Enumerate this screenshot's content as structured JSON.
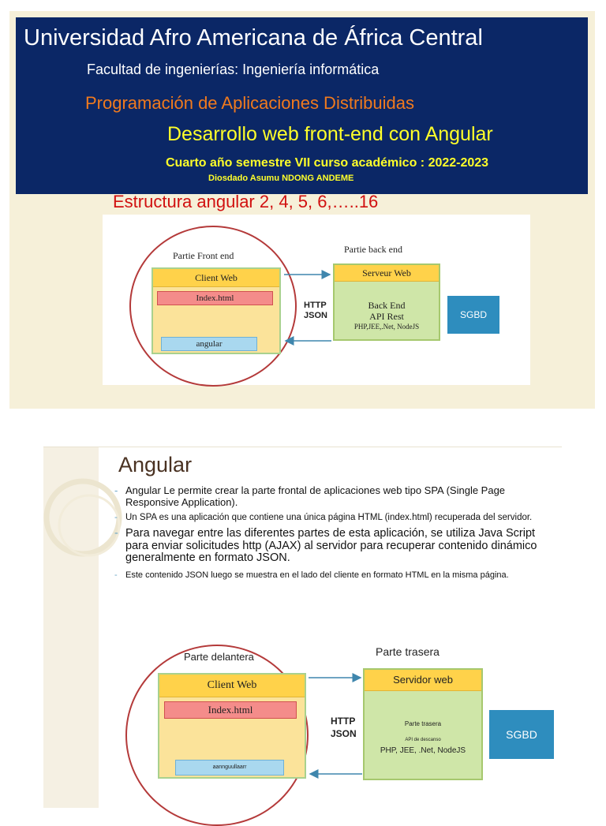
{
  "slide1": {
    "university": "Universidad Afro Americana de África Central",
    "faculty": "Facultad de ingenierías: Ingeniería informática",
    "course": "Programación de Aplicaciones Distribuidas",
    "topic": "Desarrollo web front-end con Angular",
    "year": "Cuarto año semestre VII curso académico : 2022-2023",
    "author": "Diosdado Asumu NDONG ANDEME",
    "structure_title": "Estructura angular 2, 4, 5, 6,…..16",
    "diagram": {
      "front_label": "Partie Front end",
      "back_label": "Partie back end",
      "client": "Client Web",
      "index": "Index.html",
      "angular": "angular",
      "http": "HTTP",
      "json": "JSON",
      "server": "Serveur Web",
      "backend": "Back End",
      "api": "API Rest",
      "tech": "PHP,JEE,.Net, NodeJS",
      "db": "SGBD"
    }
  },
  "slide2": {
    "title": "Angular",
    "bullets": [
      "Angular Le permite crear la parte frontal de aplicaciones web tipo SPA (Single Page Responsive Application).",
      "Un SPA es una aplicación que contiene una única página HTML (index.html) recuperada del servidor.",
      "Para navegar entre las diferentes partes de esta aplicación, se utiliza Java Script para enviar solicitudes http (AJAX) al servidor para recuperar contenido dinámico generalmente en formato JSON.",
      "Este contenido JSON luego se muestra en el lado del cliente en formato HTML en la misma página."
    ],
    "diagram": {
      "front_label": "Parte delantera",
      "back_label": "Parte trasera",
      "client": "Client Web",
      "index": "Index.html",
      "angular": "aannguullaarr",
      "http": "HTTP",
      "json": "JSON",
      "server": "Servidor web",
      "backend": "Parte trasera",
      "api": "API de descanso",
      "tech": "PHP, JEE, .Net, NodeJS",
      "db": "SGBD"
    }
  },
  "colors": {
    "banner_bg": "#0b2766",
    "course_orange": "#f07a1e",
    "topic_yellow": "#ffff2a",
    "structure_red": "#d11010",
    "db_blue": "#2e8dbe"
  }
}
